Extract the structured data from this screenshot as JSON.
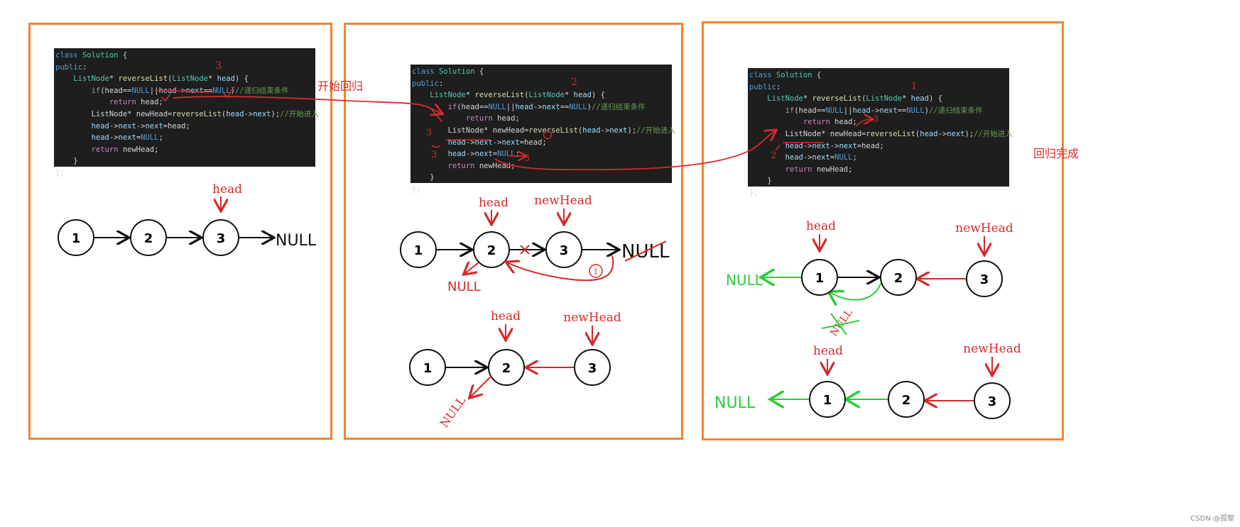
{
  "code": [
    {
      "indent": "",
      "parts": [
        [
          "kw",
          "class "
        ],
        [
          "ty",
          "Solution "
        ],
        [
          "",
          "{"
        ]
      ]
    },
    {
      "indent": "",
      "parts": [
        [
          "kw",
          "public"
        ],
        [
          "",
          ":"
        ]
      ]
    },
    {
      "indent": "    ",
      "parts": [
        [
          "ty",
          "ListNode"
        ],
        [
          "",
          "* "
        ],
        [
          "fn",
          "reverseList"
        ],
        [
          "",
          "("
        ],
        [
          "ty",
          "ListNode"
        ],
        [
          "",
          "* "
        ],
        [
          "vr",
          "head"
        ],
        [
          "",
          ") {"
        ]
      ]
    },
    {
      "indent": "        ",
      "parts": [
        [
          "kw2",
          "if"
        ],
        [
          "",
          "(head=="
        ],
        [
          "kw",
          "NULL"
        ],
        [
          "",
          "||"
        ],
        [
          "vr",
          "head"
        ],
        [
          "",
          "->"
        ],
        [
          "vr",
          "next"
        ],
        [
          "",
          "=="
        ],
        [
          "kw",
          "NULL"
        ],
        [
          "",
          ")"
        ],
        [
          "cm",
          "//递归结束条件"
        ]
      ]
    },
    {
      "indent": "            ",
      "parts": [
        [
          "kw2",
          "return "
        ],
        [
          "",
          "head;"
        ]
      ]
    },
    {
      "indent": "        ",
      "parts": [
        [
          "",
          "ListNode* newHead="
        ],
        [
          "fn",
          "reverseList"
        ],
        [
          "",
          "("
        ],
        [
          "vr",
          "head"
        ],
        [
          "",
          "->"
        ],
        [
          "vr",
          "next"
        ],
        [
          "",
          ");"
        ],
        [
          "cm",
          "//开始进入"
        ]
      ]
    },
    {
      "indent": "        ",
      "parts": [
        [
          "vr",
          "head"
        ],
        [
          "",
          "->"
        ],
        [
          "vr",
          "next"
        ],
        [
          "",
          "->"
        ],
        [
          "vr",
          "next"
        ],
        [
          "",
          "=head;"
        ]
      ]
    },
    {
      "indent": "        ",
      "parts": [
        [
          "vr",
          "head"
        ],
        [
          "",
          "->"
        ],
        [
          "vr",
          "next"
        ],
        [
          "",
          "="
        ],
        [
          "kw",
          "NULL"
        ],
        [
          "",
          ";"
        ]
      ]
    },
    {
      "indent": "        ",
      "parts": [
        [
          "kw2",
          "return "
        ],
        [
          "",
          "newHead;"
        ]
      ]
    },
    {
      "indent": "    ",
      "parts": [
        [
          "",
          "}"
        ]
      ]
    },
    {
      "indent": "",
      "parts": [
        [
          "",
          "};"
        ]
      ]
    }
  ],
  "annotations": {
    "start_return": "开始回归",
    "return_done": "回归完成",
    "depth_1": "3",
    "depth_2": "2",
    "depth_3": "1",
    "step_mark": "1",
    "head": "head",
    "new_head": "newHead",
    "null": "NULL"
  },
  "nodes": {
    "n1": "1",
    "n2": "2",
    "n3": "3"
  },
  "colors": {
    "panel_border": "#f4852f",
    "ink_red": "#d42a2a",
    "ink_green": "#2ecc3a",
    "code_bg": "#1e1e1e"
  },
  "credit": "CSDN @孤黎"
}
